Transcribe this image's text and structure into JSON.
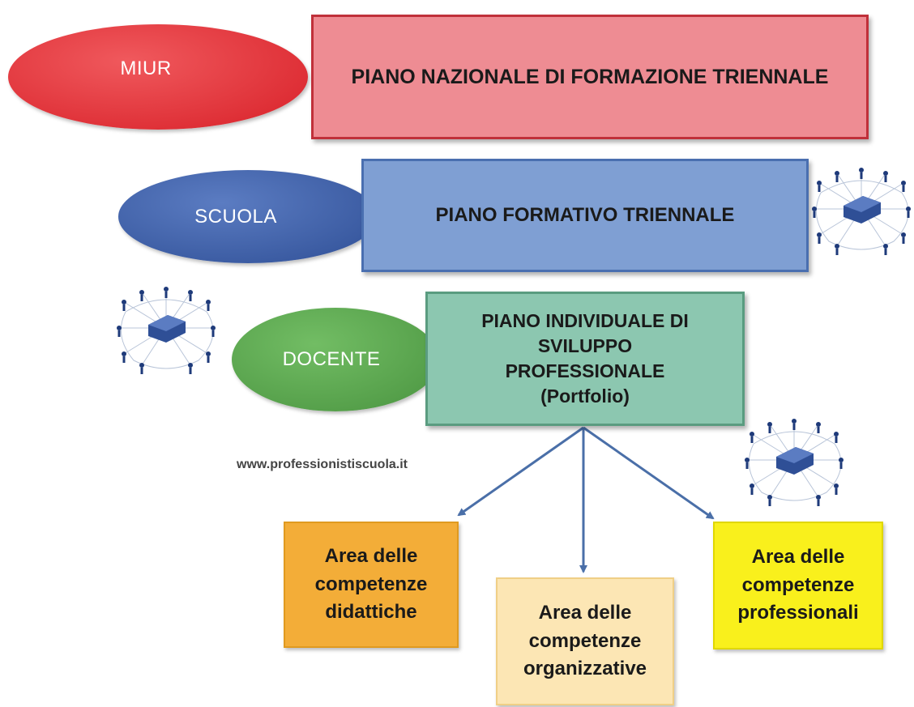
{
  "colors": {
    "miur_ellipse": "#e8343a",
    "scuola_ellipse": "#3b5ea8",
    "docente_ellipse": "#5aa84e",
    "national_box_fill": "#ee8c93",
    "national_box_border": "#c0303a",
    "school_box_fill": "#7f9fd3",
    "school_box_border": "#4a6fb0",
    "individual_box_fill": "#8cc7b0",
    "individual_box_border": "#5a9c80",
    "area_didattiche_fill": "#f3ad38",
    "area_organizzative_fill": "#fce6b4",
    "area_professionali_fill": "#f9f01c",
    "arrow": "#4a6fa8"
  },
  "levels": {
    "miur": {
      "label": "MIUR",
      "plan": "PIANO NAZIONALE DI FORMAZIONE TRIENNALE"
    },
    "scuola": {
      "label": "SCUOLA",
      "plan": "PIANO FORMATIVO TRIENNALE"
    },
    "docente": {
      "label": "DOCENTE",
      "plan": "PIANO INDIVIDUALE DI\nSVILUPPO\nPROFESSIONALE\n(Portfolio)"
    }
  },
  "areas": {
    "didattiche": "Area delle\ncompetenze\ndidattiche",
    "organizzative": "Area delle\ncompetenze\norganizzative",
    "professionali": "Area delle\ncompetenze\nprofessionali"
  },
  "website": "www.professionistiscuola.it",
  "icons": [
    "network-people-icon",
    "network-people-icon",
    "network-people-icon"
  ]
}
